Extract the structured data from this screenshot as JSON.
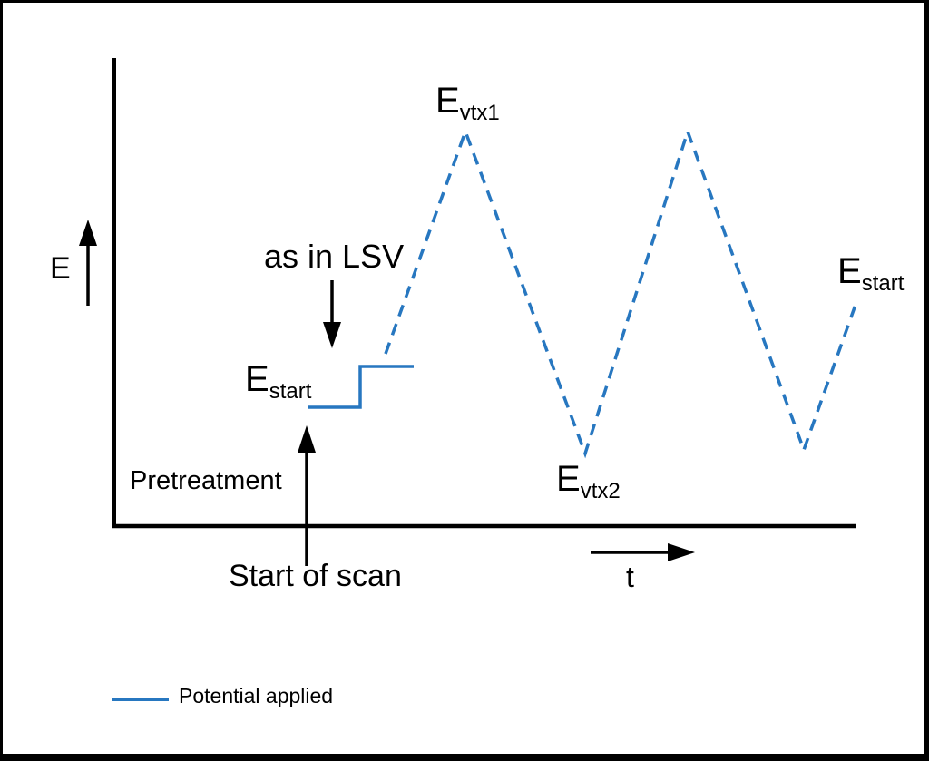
{
  "colors": {
    "line_black": "#000000",
    "potential_blue": "#2777C0"
  },
  "axes": {
    "y_label": "E",
    "x_label": "t"
  },
  "annotations": {
    "as_in_lsv": "as in LSV",
    "pretreatment": "Pretreatment",
    "start_of_scan": "Start of scan"
  },
  "point_labels": {
    "evtx1": {
      "base": "E",
      "sub": "vtx1"
    },
    "evtx2": {
      "base": "E",
      "sub": "vtx2"
    },
    "estart_left": {
      "base": "E",
      "sub": "start"
    },
    "estart_right": {
      "base": "E",
      "sub": "start"
    }
  },
  "legend": {
    "label": "Potential applied"
  },
  "waveform": {
    "solid_step_points": [
      [
        336,
        446
      ],
      [
        394,
        446
      ],
      [
        394,
        401
      ],
      [
        453,
        401
      ]
    ],
    "dashed_points": [
      [
        422,
        387
      ],
      [
        510,
        142
      ],
      [
        642,
        497
      ],
      [
        755,
        142
      ],
      [
        883,
        493
      ],
      [
        940,
        333
      ]
    ]
  }
}
